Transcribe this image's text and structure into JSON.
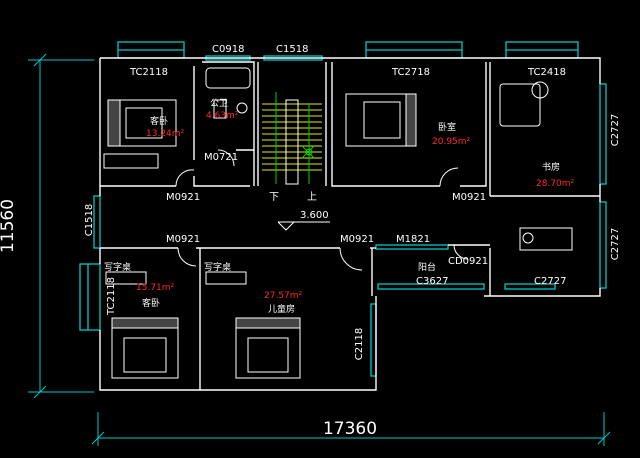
{
  "dimensions": {
    "height_label": "11560",
    "width_label": "17360"
  },
  "window_labels": {
    "top_left": "TC2118",
    "top_bath": "C0918",
    "top_stair": "C1518",
    "top_master": "TC2718",
    "top_study": "TC2418",
    "right_upper": "C2727",
    "right_lower": "C2727",
    "left_mid": "C1518",
    "left_lower": "TC2118",
    "balcony_bottom": "C3627",
    "study_bottom": "C2727",
    "kids_right": "C2118"
  },
  "door_labels": {
    "bath": "M0721",
    "guest1": "M0921",
    "master": "M0921",
    "guest2": "M0921",
    "kids": "M0921",
    "balcony_slider": "M1821",
    "balcony_door": "CD0921"
  },
  "rooms": {
    "guest1": {
      "name": "客卧",
      "area": "13.24m²"
    },
    "bath": {
      "name": "公卫",
      "area": "4.63m²"
    },
    "master": {
      "name": "卧室",
      "area": "20.95m²"
    },
    "study": {
      "name": "书房",
      "area": "28.70m²"
    },
    "guest2": {
      "name": "客卧",
      "area": "15.71m²",
      "desk": "写字桌"
    },
    "kids": {
      "name": "儿童房",
      "area": "27.57m²",
      "desk": "写字桌"
    },
    "balcony": {
      "name": "阳台"
    }
  },
  "stair": {
    "down": "下",
    "up": "上"
  },
  "elevation": "3.600",
  "colors": {
    "wall": "#ffffff",
    "window": "#00c8c8",
    "area_text": "#ff2a2a",
    "stair": "#e8e800",
    "green": "#00d000",
    "label": "#ffffff"
  }
}
